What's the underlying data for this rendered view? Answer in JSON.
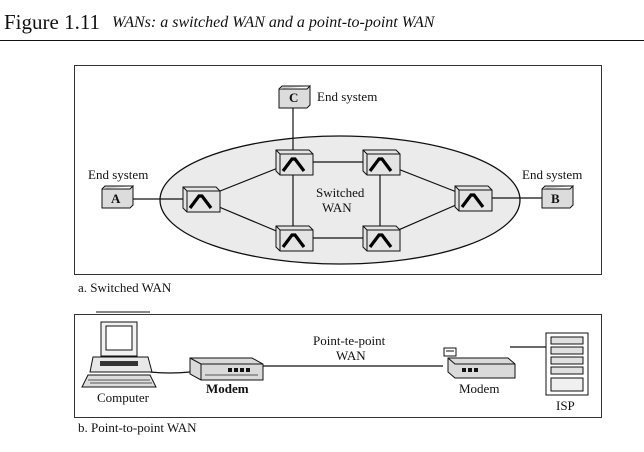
{
  "figure": {
    "number": "Figure 1.11",
    "title": "WANs: a switched WAN and a point-to-point WAN"
  },
  "switched_wan": {
    "caption": "a. Switched WAN",
    "cloud_label_line1": "Switched",
    "cloud_label_line2": "WAN",
    "end_systems": [
      {
        "id": "A",
        "label": "End system"
      },
      {
        "id": "B",
        "label": "End system"
      },
      {
        "id": "C",
        "label": "End system"
      }
    ]
  },
  "point_to_point_wan": {
    "caption": "b. Point-to-point WAN",
    "link_label_line1": "Point-te-point",
    "link_label_line2": "WAN",
    "computer_label": "Computer",
    "left_modem_label": "Modem",
    "right_modem_label": "Modem",
    "isp_label": "ISP"
  }
}
